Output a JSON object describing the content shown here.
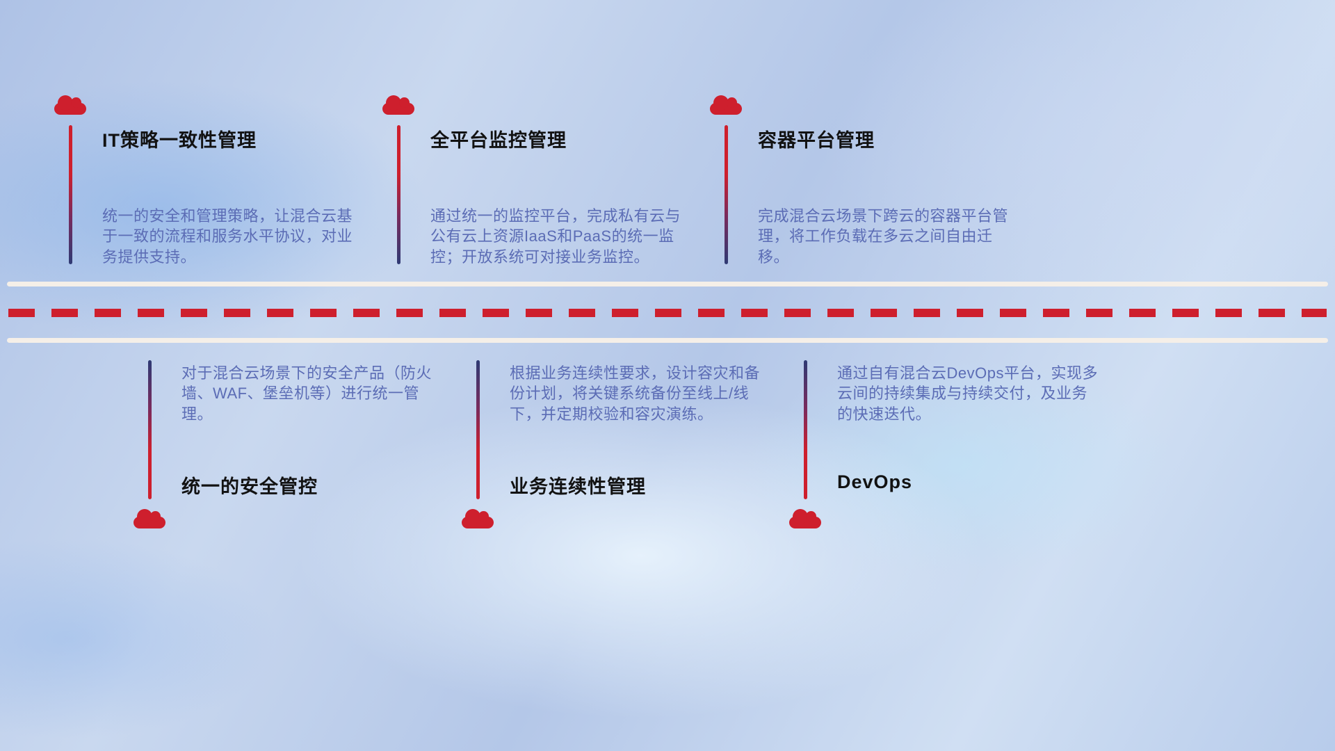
{
  "colors": {
    "red": "#ce1f2d",
    "navy": "#2e3a74",
    "title": "#121212",
    "description": "#5b6cb5",
    "road_line": "#f5efe8"
  },
  "items": [
    {
      "title": "IT策略一致性管理",
      "desc": "统一的安全和管理策略，让混合云基于一致的流程和服务水平协议，对业务提供支持。"
    },
    {
      "title": "全平台监控管理",
      "desc": "通过统一的监控平台，完成私有云与公有云上资源IaaS和PaaS的统一监控；开放系统可对接业务监控。"
    },
    {
      "title": "容器平台管理",
      "desc": "完成混合云场景下跨云的容器平台管理，将工作负载在多云之间自由迁移。"
    },
    {
      "title": "统一的安全管控",
      "desc": "对于混合云场景下的安全产品（防火墙、WAF、堡垒机等）进行统一管理。"
    },
    {
      "title": "业务连续性管理",
      "desc": "根据业务连续性要求，设计容灾和备份计划，将关键系统备份至线上/线下，并定期校验和容灾演练。"
    },
    {
      "title": "DevOps",
      "desc": "通过自有混合云DevOps平台，实现多云间的持续集成与持续交付，及业务的快速迭代。"
    }
  ]
}
